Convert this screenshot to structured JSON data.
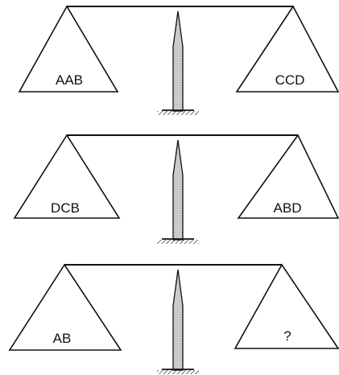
{
  "scales": [
    {
      "left_pan": "AAB",
      "right_pan": "CCD"
    },
    {
      "left_pan": "DCB",
      "right_pan": "ABD"
    },
    {
      "left_pan": "AB",
      "right_pan": "?"
    }
  ],
  "colors": {
    "ink": "#111111",
    "needle_fill": "#c8c8c8",
    "background": "#ffffff"
  }
}
